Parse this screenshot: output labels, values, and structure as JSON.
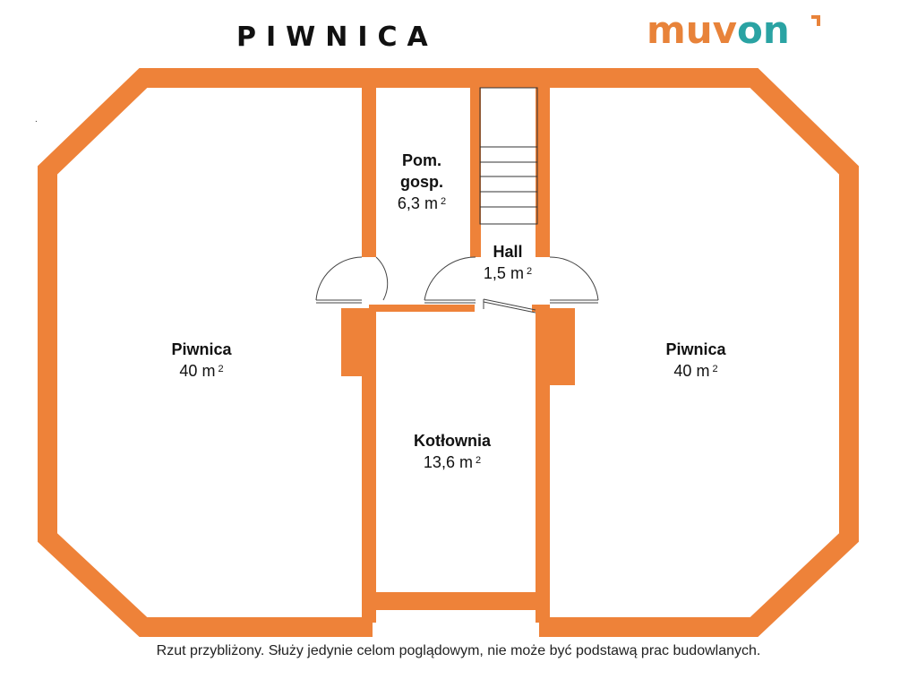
{
  "header": {
    "title": "PIWNICA",
    "logo": {
      "part1": "muv",
      "part2": "on"
    }
  },
  "colors": {
    "wall": "#ee8239",
    "logo_orange": "#e8833a",
    "logo_teal": "#2aa3a3"
  },
  "rooms": [
    {
      "name": "Piwnica",
      "area": "40 m",
      "unit_sup": "2"
    },
    {
      "name": "Pom.",
      "name2": "gosp.",
      "area": "6,3 m",
      "unit_sup": "2"
    },
    {
      "name": "Hall",
      "area": "1,5 m",
      "unit_sup": "2"
    },
    {
      "name": "Kotłownia",
      "area": "13,6 m",
      "unit_sup": "2"
    },
    {
      "name": "Piwnica",
      "area": "40 m",
      "unit_sup": "2"
    }
  ],
  "note": ".",
  "footer": "Rzut przybliżony. Służy jedynie celom poglądowym, nie może być podstawą prac budowlanych."
}
